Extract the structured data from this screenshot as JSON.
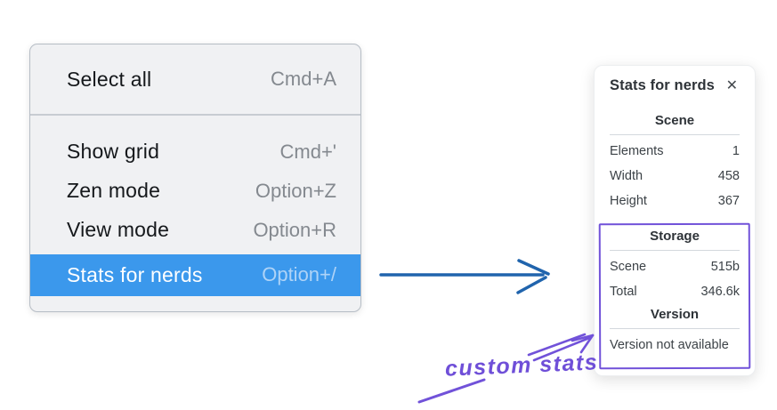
{
  "menu": {
    "items": [
      {
        "label": "Select all",
        "shortcut": "Cmd+A",
        "highlighted": false
      },
      {
        "label": "Show grid",
        "shortcut": "Cmd+'",
        "highlighted": false
      },
      {
        "label": "Zen mode",
        "shortcut": "Option+Z",
        "highlighted": false
      },
      {
        "label": "View mode",
        "shortcut": "Option+R",
        "highlighted": false
      },
      {
        "label": "Stats for nerds",
        "shortcut": "Option+/",
        "highlighted": true
      }
    ]
  },
  "panel": {
    "title": "Stats for nerds",
    "sections": {
      "scene": {
        "header": "Scene",
        "rows": [
          {
            "label": "Elements",
            "value": "1"
          },
          {
            "label": "Width",
            "value": "458"
          },
          {
            "label": "Height",
            "value": "367"
          }
        ]
      },
      "storage": {
        "header": "Storage",
        "rows": [
          {
            "label": "Scene",
            "value": "515b"
          },
          {
            "label": "Total",
            "value": "346.6k"
          }
        ]
      },
      "version": {
        "header": "Version",
        "note": "Version not available"
      }
    }
  },
  "icons": {
    "close": "✕"
  },
  "annotation": {
    "label": "custom stats"
  },
  "colors": {
    "menu_background": "#f0f1f3",
    "highlight_blue": "#3b98ec",
    "arrow_blue": "#2064ad",
    "annotation_purple": "#7152d9"
  }
}
